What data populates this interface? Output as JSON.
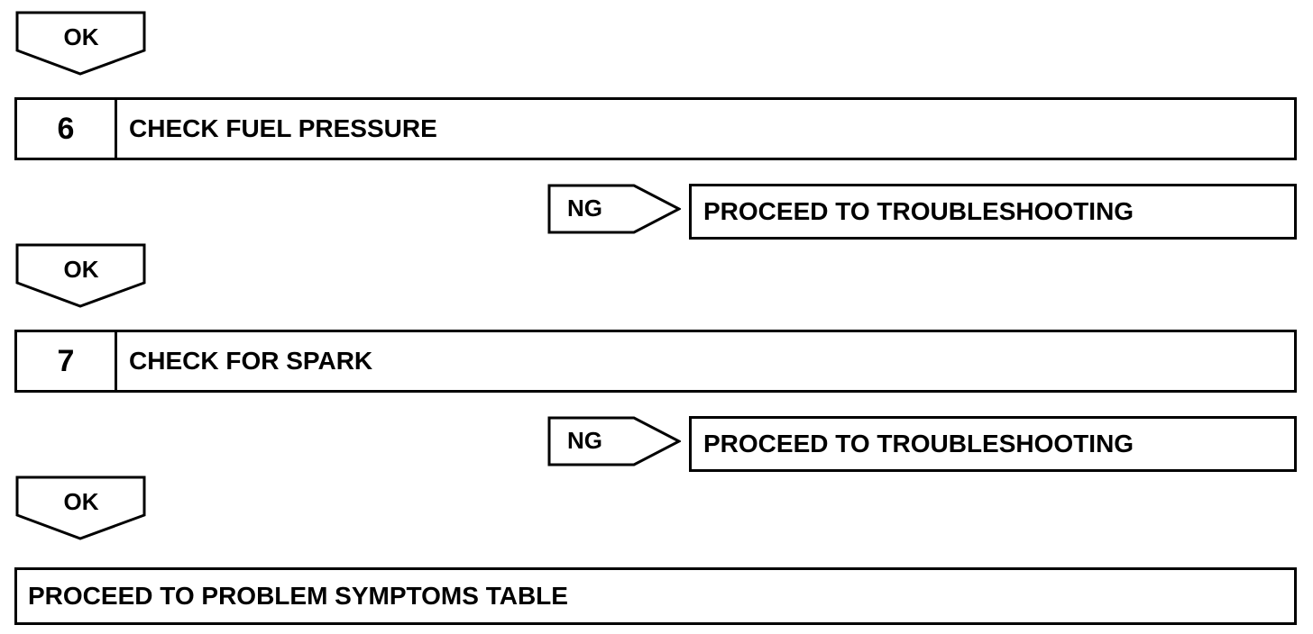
{
  "flow": {
    "ok_1": "OK",
    "step_6": {
      "number": "6",
      "text": "CHECK FUEL PRESSURE"
    },
    "ng_6": {
      "label": "NG",
      "result": "PROCEED TO TROUBLESHOOTING"
    },
    "ok_2": "OK",
    "step_7": {
      "number": "7",
      "text": "CHECK FOR SPARK"
    },
    "ng_7": {
      "label": "NG",
      "result": "PROCEED TO TROUBLESHOOTING"
    },
    "ok_3": "OK",
    "final": "PROCEED TO PROBLEM SYMPTOMS TABLE"
  }
}
